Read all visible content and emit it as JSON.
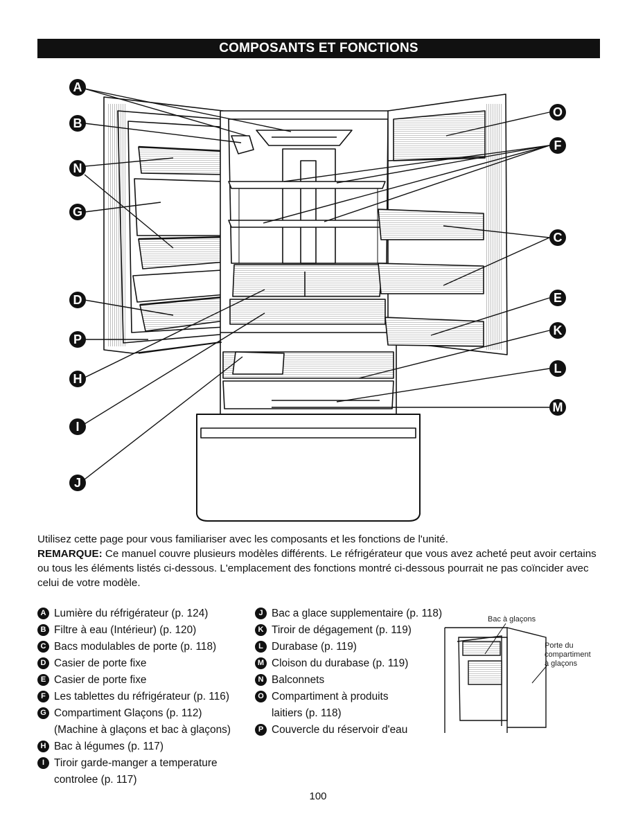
{
  "header": {
    "title": "COMPOSANTS ET FONCTIONS"
  },
  "diagram": {
    "callouts": [
      "A",
      "B",
      "N",
      "G",
      "D",
      "P",
      "H",
      "I",
      "J",
      "O",
      "F",
      "C",
      "E",
      "K",
      "L",
      "M"
    ]
  },
  "intro": {
    "line1": "Utilisez cette page pour vous familiariser avec les composants et les fonctions de l'unité.",
    "note_label": "REMARQUE:",
    "note_text": " Ce manuel couvre plusieurs modèles différents. Le réfrigérateur que vous avez acheté peut avoir certains ou tous les éléments listés ci-dessous. L'emplacement des fonctions montré ci-dessous pourrait ne pas coïncider avec celui de votre modèle."
  },
  "legend_left": [
    {
      "letter": "A",
      "text": "Lumière du réfrigérateur (p. 124)"
    },
    {
      "letter": "B",
      "text": "Filtre à eau (Intérieur) (p. 120)"
    },
    {
      "letter": "C",
      "text": "Bacs modulables de porte (p. 118)"
    },
    {
      "letter": "D",
      "text": "Casier de porte fixe"
    },
    {
      "letter": "E",
      "text": "Casier de porte fixe"
    },
    {
      "letter": "F",
      "text": "Les tablettes du réfrigérateur (p. 116)"
    },
    {
      "letter": "G",
      "text": "Compartiment Glaçons (p. 112)\n(Machine à glaçons et bac à glaçons)"
    },
    {
      "letter": "H",
      "text": "Bac à légumes (p. 117)"
    },
    {
      "letter": "I",
      "text": "Tiroir garde-manger a temperature\ncontrolee (p. 117)"
    }
  ],
  "legend_right": [
    {
      "letter": "J",
      "text": "Bac a glace supplementaire (p. 118)"
    },
    {
      "letter": "K",
      "text": "Tiroir de dégagement (p. 119)"
    },
    {
      "letter": "L",
      "text": "Durabase (p. 119)"
    },
    {
      "letter": "M",
      "text": "Cloison du durabase (p. 119)"
    },
    {
      "letter": "N",
      "text": "Balconnets"
    },
    {
      "letter": "O",
      "text": "Compartiment à produits\nlaitiers (p. 118)"
    },
    {
      "letter": "P",
      "text": "Couvercle du réservoir d'eau"
    }
  ],
  "inset": {
    "label_top": "Bac à glaçons",
    "label_side": "Porte du\ncompartiment\nà glaçons"
  },
  "footer": {
    "page_number": "100"
  }
}
